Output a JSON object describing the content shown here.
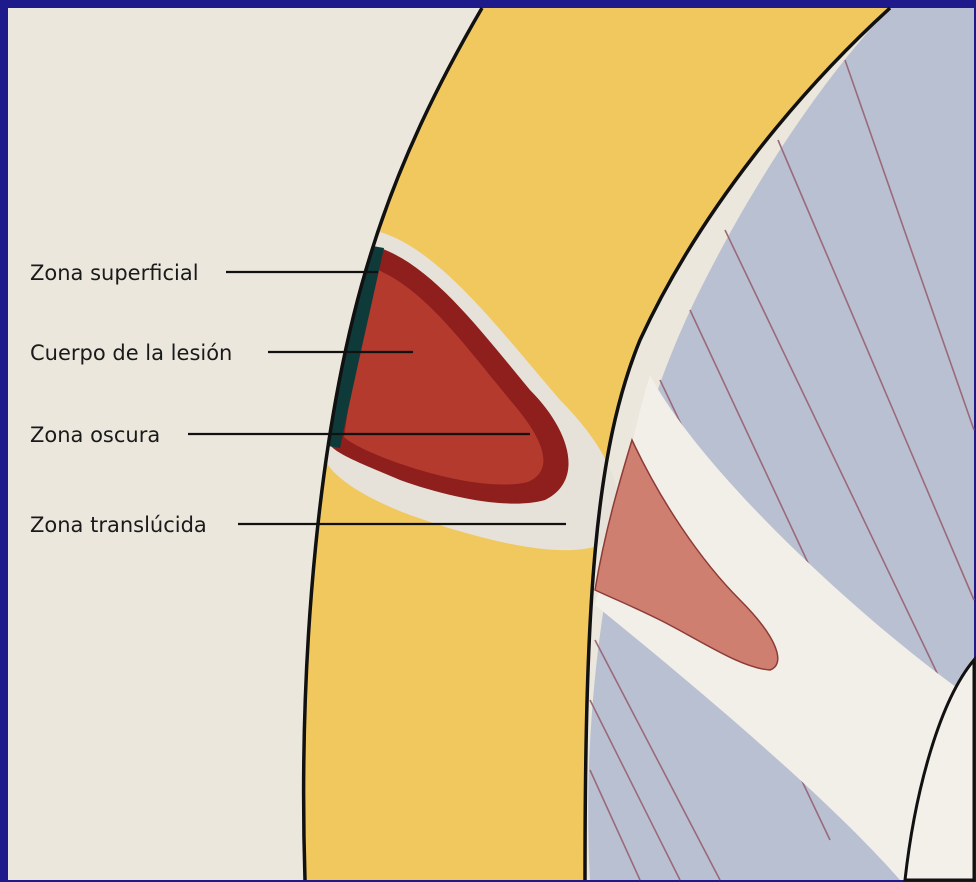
{
  "labels": {
    "superficial": "Zona superficial",
    "body": "Cuerpo de la lesión",
    "dark": "Zona oscura",
    "translucent": "Zona translúcida"
  },
  "colors": {
    "frame": "#1e1a8c",
    "background": "#ebe7dd",
    "enamel": "#f1c85e",
    "dentin_tubules": "#b9c0d2",
    "tubule_lines": "#9a6a7a",
    "translucent_zone": "#e6e2da",
    "dark_zone": "#8e1f1c",
    "lesion_body": "#b33a2d",
    "surface_zone": "#0e3b3a",
    "dentin_reaction": "#cf7f70"
  }
}
